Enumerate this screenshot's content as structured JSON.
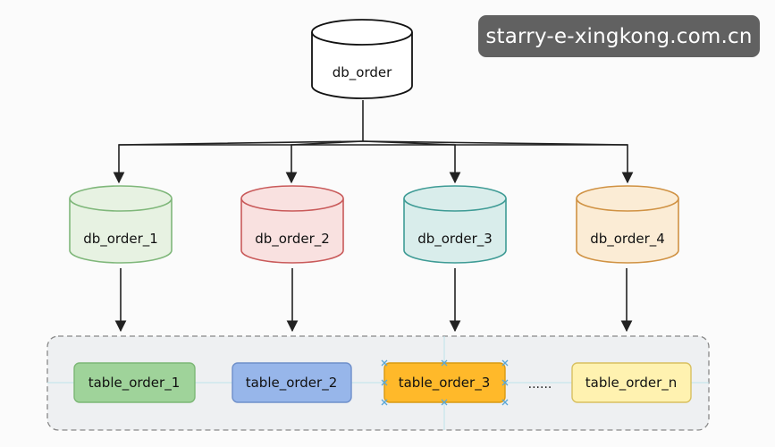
{
  "diagram": {
    "root": {
      "label": "db_order"
    },
    "databases": [
      {
        "label": "db_order_1",
        "stroke": "#7fb77a",
        "fill": "#e7f2e2"
      },
      {
        "label": "db_order_2",
        "stroke": "#c95a5a",
        "fill": "#f9e1e0"
      },
      {
        "label": "db_order_3",
        "stroke": "#3e9b95",
        "fill": "#d9edeb"
      },
      {
        "label": "db_order_4",
        "stroke": "#d09243",
        "fill": "#fbecd5"
      }
    ],
    "tables": [
      {
        "label": "table_order_1",
        "fill": "#9fd39a",
        "stroke": "#7cb776"
      },
      {
        "label": "table_order_2",
        "fill": "#97b6ea",
        "stroke": "#6e8fca"
      },
      {
        "label": "table_order_3",
        "fill": "#ffb92a",
        "stroke": "#d99a12"
      },
      {
        "label": "table_order_n",
        "fill": "#fff2b0",
        "stroke": "#d8c060"
      }
    ],
    "ellipsis": "......",
    "watermark": "starry-e-xingkong.com.cn"
  }
}
